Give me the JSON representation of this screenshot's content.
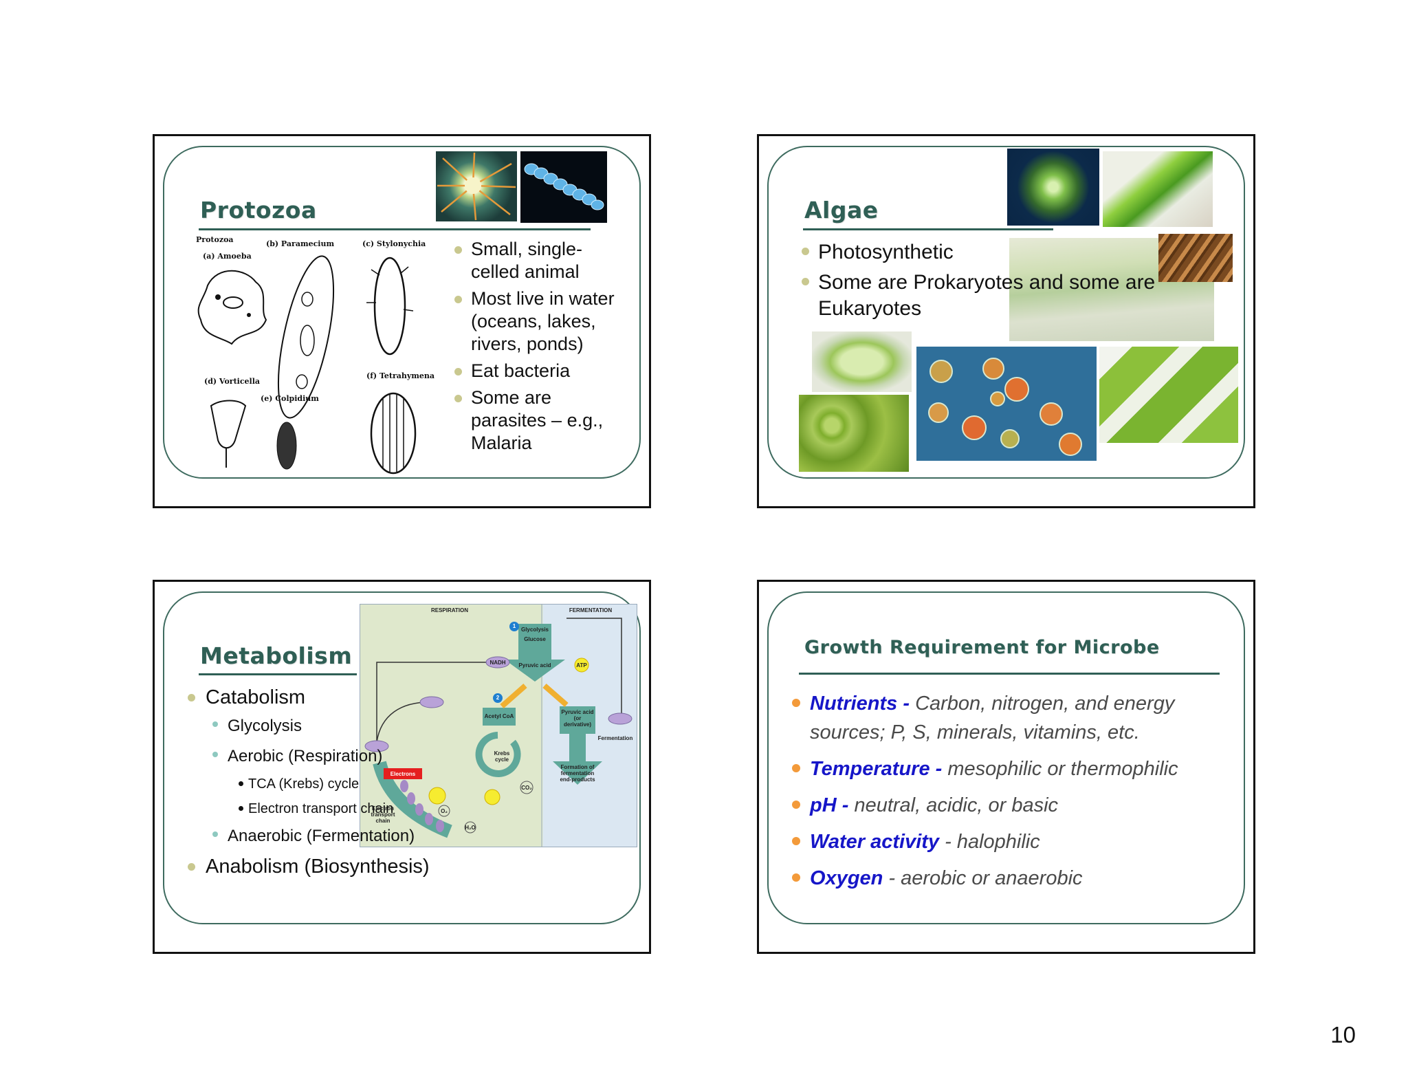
{
  "page_number": "10",
  "slides": {
    "protozoa": {
      "title": "Protozoa",
      "bullets": [
        "Small, single-celled animal",
        "Most live in water (oceans, lakes, rivers,  ponds)",
        "Eat bacteria",
        "Some are parasites – e.g., Malaria"
      ],
      "figure": {
        "heading": "Protozoa",
        "captions": [
          "(a) Amoeba",
          "(b) Paramecium",
          "(c) Stylonychia",
          "(d) Vorticella",
          "(e) Colpidium",
          "(f) Tetrahymena"
        ]
      }
    },
    "algae": {
      "title": "Algae",
      "bullets": [
        "Photosynthetic",
        "Some are Prokaryotes and some are Eukaryotes"
      ]
    },
    "metabolism": {
      "title": "Metabolism",
      "bullets": [
        {
          "text": "Catabolism",
          "level": 1
        },
        {
          "text": "Glycolysis",
          "level": 2
        },
        {
          "text": "Aerobic (Respiration)",
          "level": 2
        },
        {
          "text": "TCA (Krebs) cycle",
          "level": 3
        },
        {
          "text": "Electron transport chain",
          "level": 3
        },
        {
          "text": "Anaerobic (Fermentation)",
          "level": 2
        },
        {
          "text": "Anabolism (Biosynthesis)",
          "level": 1
        }
      ],
      "diagram": {
        "respiration": "RESPIRATION",
        "fermentation": "FERMENTATION",
        "glycolysis": "Glycolysis",
        "glucose": "Glucose",
        "pyruvic_acid": "Pyruvic acid",
        "acetyl_coa": "Acetyl CoA",
        "krebs": "Krebs cycle",
        "nadh": "NADH",
        "atp": "ATP",
        "co2": "CO₂",
        "o2": "O₂",
        "h2o": "H₂O",
        "electrons": "Electrons",
        "etc": "Electron transport chain",
        "pyruvic_deriv": "Pyruvic acid (or derivative)",
        "fermentation_label": "Fermentation",
        "formation": "Formation of fermentation end-products",
        "step1": "1",
        "step2": "2"
      }
    },
    "growth": {
      "title": "Growth Requirement for Microbe",
      "items": [
        {
          "key": "Nutrients - ",
          "rest": "Carbon, nitrogen, and energy sources; P, S, minerals, vitamins, etc."
        },
        {
          "key": "Temperature - ",
          "rest": "mesophilic or thermophilic"
        },
        {
          "key": "pH - ",
          "rest": "neutral, acidic, or basic"
        },
        {
          "key": "Water activity",
          "rest": " - halophilic"
        },
        {
          "key": "Oxygen",
          "rest": " - aerobic or anaerobic"
        }
      ]
    }
  },
  "colors": {
    "title_green": "#2f5f55",
    "bullet_olive": "#c9c88f",
    "bullet_orange": "#f39a3a",
    "key_blue": "#1616c8"
  }
}
